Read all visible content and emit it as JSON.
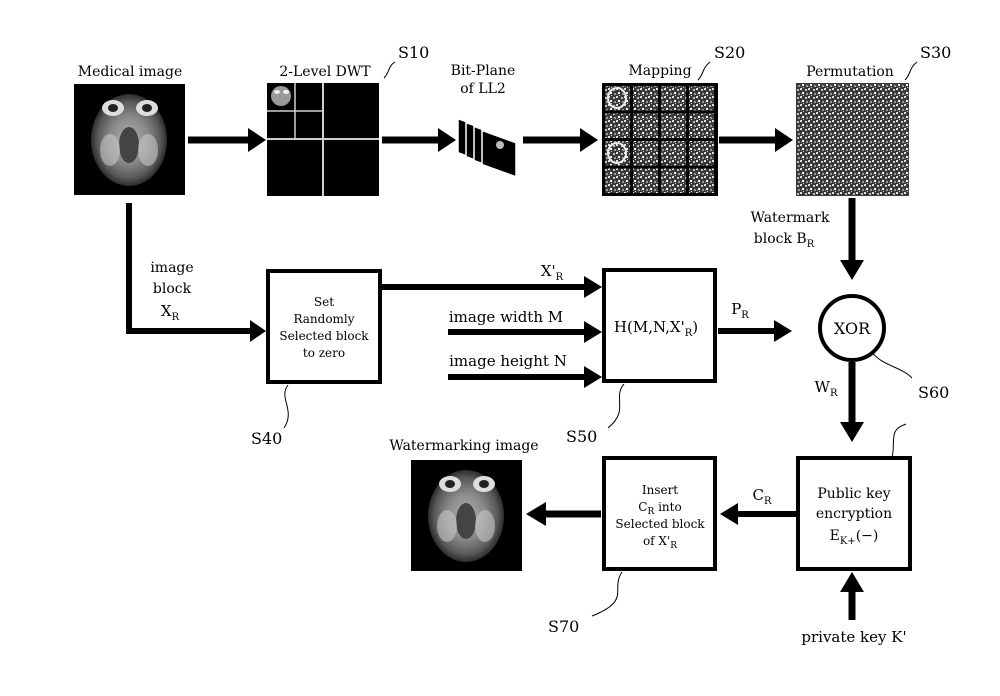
{
  "labels": {
    "medical_image": "Medical image",
    "dwt": "2-Level DWT",
    "bitplane_line1": "Bit-Plane",
    "bitplane_line2": "of LL2",
    "mapping": "Mapping",
    "permutation": "Permutation",
    "watermark_line1": "Watermark",
    "watermark_line2": "block B",
    "watermark_sub": "R",
    "image_block_line1": "image",
    "image_block_line2": "block",
    "image_block_x": "X",
    "image_block_sub": "R",
    "x_prime": "X'",
    "x_prime_sub": "R",
    "image_width": "image width M",
    "image_height": "image height N",
    "p": "P",
    "p_sub": "R",
    "w": "W",
    "w_sub": "R",
    "c": "C",
    "c_sub": "R",
    "private_key": "private key K'",
    "watermarking_image": "Watermarking image"
  },
  "boxes": {
    "s40_lines": [
      "Set",
      "Randomly",
      "Selected block",
      "to zero"
    ],
    "hash_main": "H(M,N,X'",
    "hash_sub": "R",
    "hash_end": ")",
    "xor": "XOR",
    "s60_line1": "Public key",
    "s60_line2": "encryption",
    "s60_line3_main": "E",
    "s60_line3_sub": "K+",
    "s60_line3_end": "(−)",
    "s70_line1": "Insert",
    "s70_line2_main": "C",
    "s70_line2_sub": "R",
    "s70_line2_end": " into",
    "s70_line3": "Selected block",
    "s70_line4_main": "of X'",
    "s70_line4_sub": "R"
  },
  "steps": {
    "s10": "S10",
    "s20": "S20",
    "s30": "S30",
    "s40": "S40",
    "s50": "S50",
    "s60": "S60",
    "s70": "S70"
  }
}
